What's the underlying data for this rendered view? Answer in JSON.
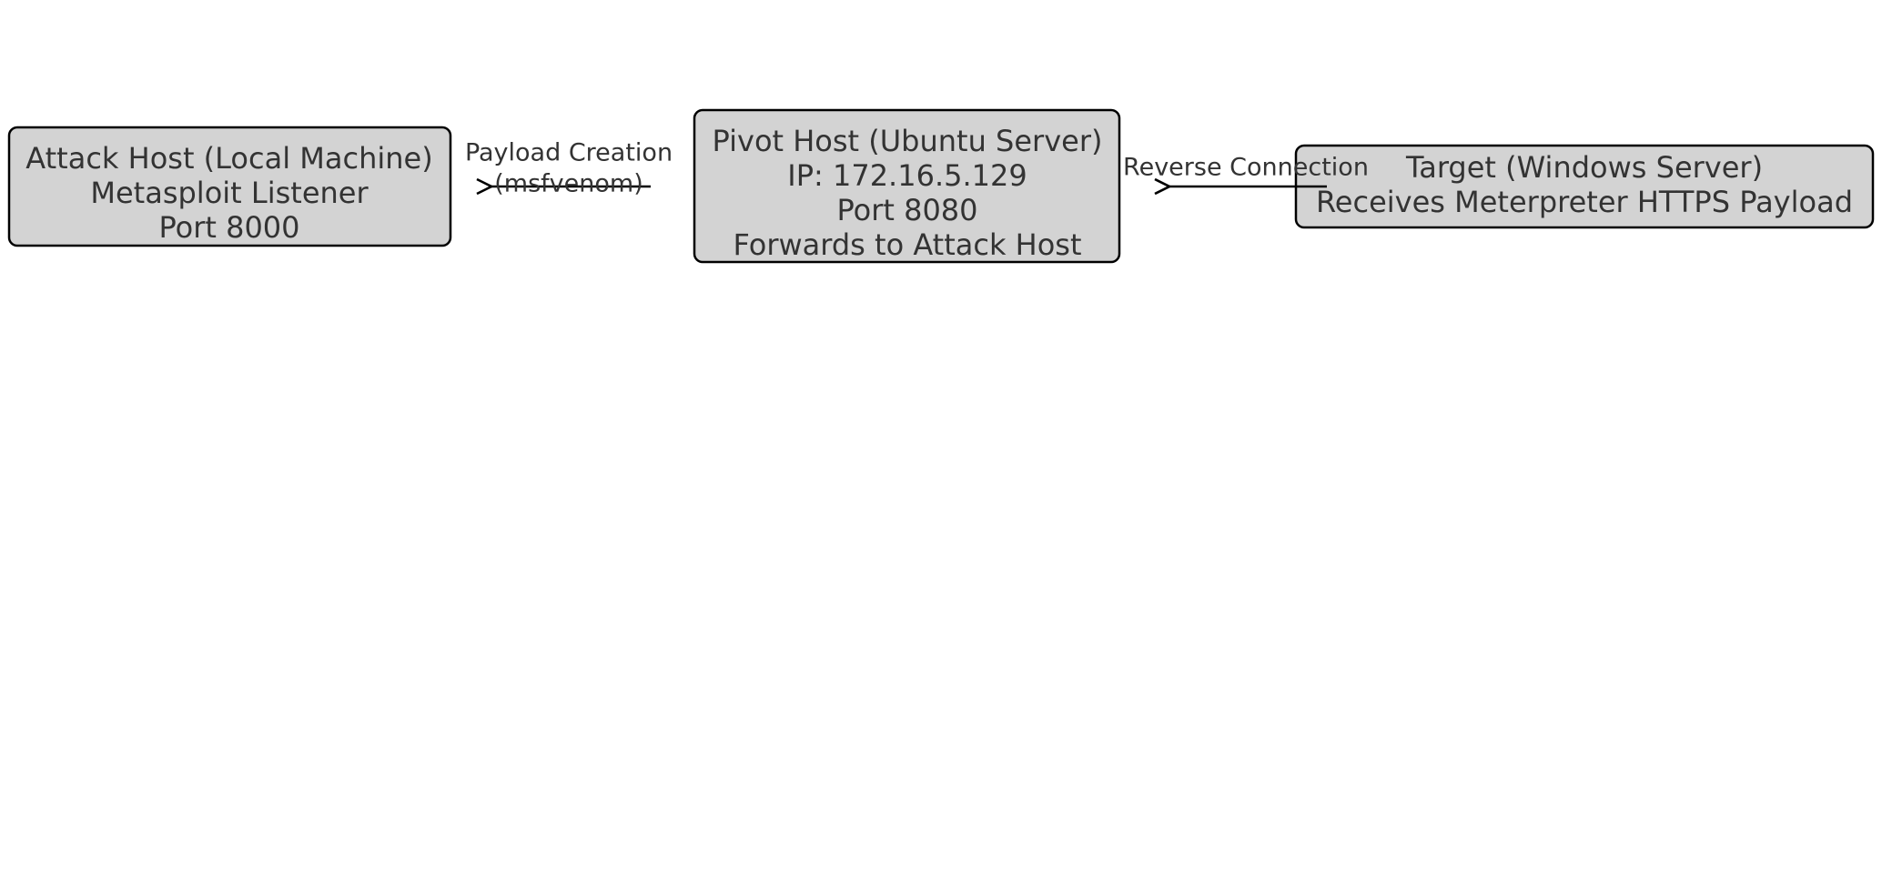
{
  "nodes": {
    "attack_host": {
      "lines": [
        "Attack Host (Local Machine)",
        "Metasploit Listener",
        "Port 8000"
      ]
    },
    "pivot_host": {
      "lines": [
        "Pivot Host (Ubuntu Server)",
        "IP: 172.16.5.129",
        "Port 8080",
        "Forwards to Attack Host"
      ]
    },
    "target": {
      "lines": [
        "Target (Windows Server)",
        "Receives Meterpreter HTTPS Payload"
      ]
    }
  },
  "edges": {
    "payload_creation": {
      "lines": [
        "Payload Creation",
        "(msfvenom)"
      ]
    },
    "reverse_connection": {
      "lines": [
        "Reverse Connection"
      ]
    }
  },
  "colors": {
    "node_fill": "#d3d3d3",
    "node_stroke": "#000000",
    "text": "#333333",
    "edge": "#000000",
    "background": "#ffffff"
  }
}
